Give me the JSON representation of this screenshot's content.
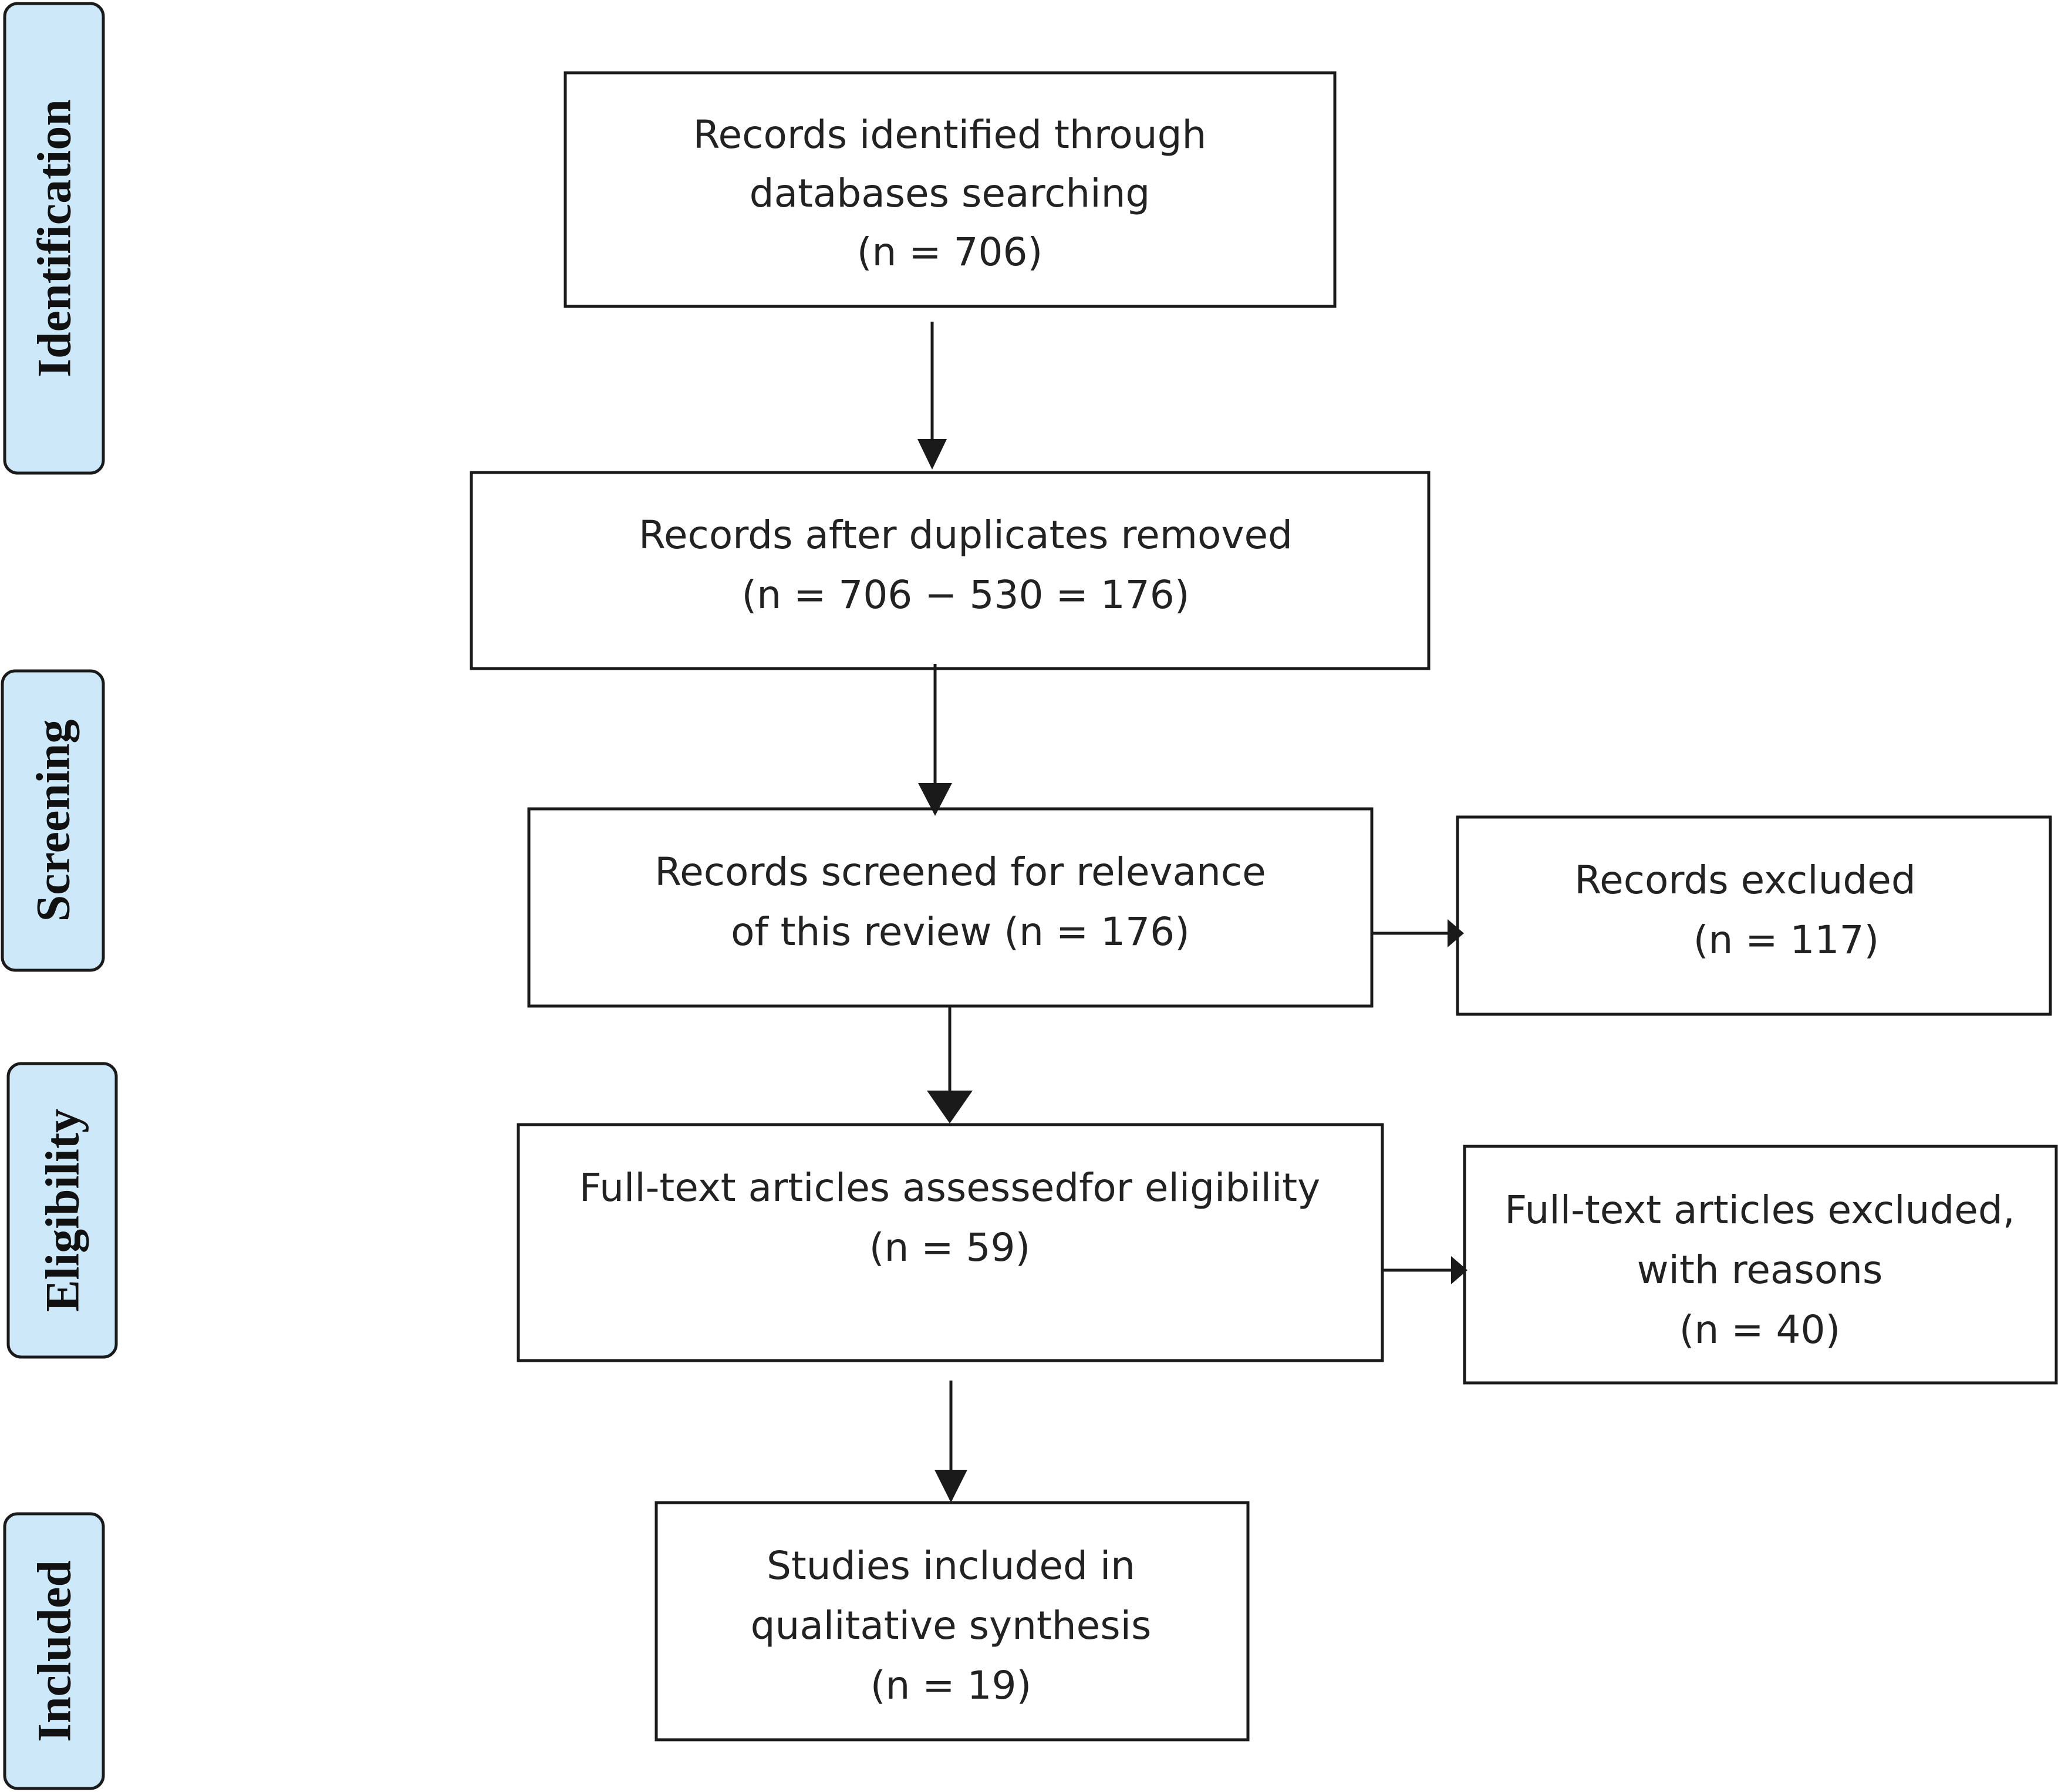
{
  "stages": [
    {
      "id": "identification",
      "label": "Identification"
    },
    {
      "id": "screening",
      "label": "Screening"
    },
    {
      "id": "eligibility",
      "label": "Eligibility"
    },
    {
      "id": "included",
      "label": "Included"
    }
  ],
  "boxes": {
    "identified": {
      "lines": [
        "Records identified through",
        "databases searching",
        "(n =  706)"
      ]
    },
    "after_duplicates": {
      "lines": [
        "Records  after  duplicates  removed",
        "(n = 706 − 530 = 176)"
      ]
    },
    "screened": {
      "lines": [
        "Records screened for relevance",
        "of this review (n = 176)"
      ]
    },
    "excluded": {
      "lines": [
        "Records excluded",
        "(n =  117)"
      ]
    },
    "fulltext_assessed": {
      "lines": [
        "Full-text articles assessedfor eligibility",
        "(n = 59)"
      ]
    },
    "fulltext_excluded": {
      "lines": [
        "Full-text articles excluded,",
        "with reasons",
        "(n =  40)"
      ]
    },
    "included": {
      "lines": [
        "Studies included in",
        "qualitative synthesis",
        "(n = 19)"
      ]
    }
  },
  "flow": [
    {
      "from": "identified",
      "to": "after_duplicates"
    },
    {
      "from": "after_duplicates",
      "to": "screened"
    },
    {
      "from": "screened",
      "to": "excluded"
    },
    {
      "from": "screened",
      "to": "fulltext_assessed"
    },
    {
      "from": "fulltext_assessed",
      "to": "fulltext_excluded"
    },
    {
      "from": "fulltext_assessed",
      "to": "included"
    }
  ],
  "colors": {
    "stage_fill": "#cde9f9",
    "stroke": "#1a1a1a",
    "text": "#222222"
  }
}
